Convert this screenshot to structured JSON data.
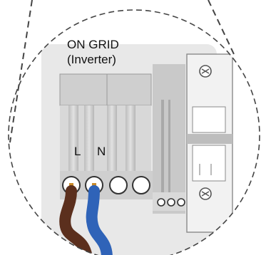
{
  "callout": {
    "title_line1": "ON GRID",
    "title_line2": "(Inverter)"
  },
  "terminals": {
    "live": "L",
    "neutral": "N"
  },
  "colors": {
    "live_wire": "#5b2f1d",
    "neutral_wire": "#2f63b8",
    "panel": "#e6e6e6",
    "breaker": "#d0d0d0",
    "outline": "#555555"
  }
}
